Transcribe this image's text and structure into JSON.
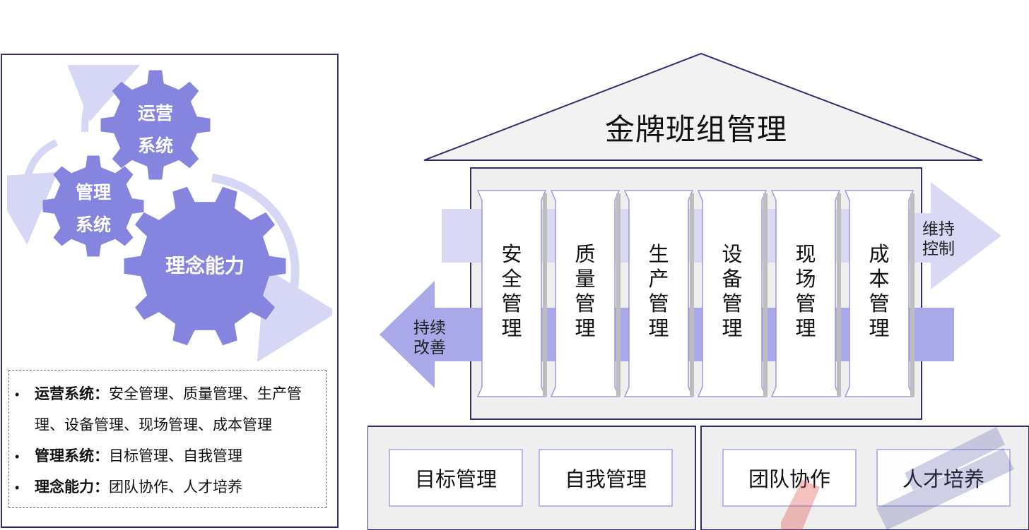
{
  "gears": [
    {
      "id": "operation",
      "lines": [
        "运营",
        "系统"
      ]
    },
    {
      "id": "management",
      "lines": [
        "管理",
        "系统"
      ]
    },
    {
      "id": "concept",
      "lines": [
        "理念能力"
      ]
    }
  ],
  "legend": [
    {
      "term": "运营系统：",
      "text": "安全管理、质量管理、生产管理、设备管理、现场管理、成本管理"
    },
    {
      "term": "管理系统：",
      "text": "目标管理、自我管理"
    },
    {
      "term": "理念能力：",
      "text": "团队协作、人才培养"
    }
  ],
  "house": {
    "roof_title": "金牌班组管理",
    "pillars": [
      {
        "chars": [
          "安",
          "全",
          "管",
          "理"
        ]
      },
      {
        "chars": [
          "质",
          "量",
          "管",
          "理"
        ]
      },
      {
        "chars": [
          "生",
          "产",
          "管",
          "理"
        ]
      },
      {
        "chars": [
          "设",
          "备",
          "管",
          "理"
        ]
      },
      {
        "chars": [
          "现",
          "场",
          "管",
          "理"
        ]
      },
      {
        "chars": [
          "成",
          "本",
          "管",
          "理"
        ]
      }
    ],
    "arrow_right": [
      "维持",
      "控制"
    ],
    "arrow_left": [
      "持续",
      "改善"
    ],
    "base": [
      "目标管理",
      "自我管理",
      "团队协作",
      "人才培养"
    ]
  },
  "colors": {
    "gear": "#8585e0",
    "gear_arrow": "#d6d6f5",
    "band_light": "#d9d9f6",
    "band_dark": "#a9a9ea",
    "border": "#2f2f6e",
    "panel_bg": "#efefef"
  },
  "watermark_icon": "watermark-logo"
}
